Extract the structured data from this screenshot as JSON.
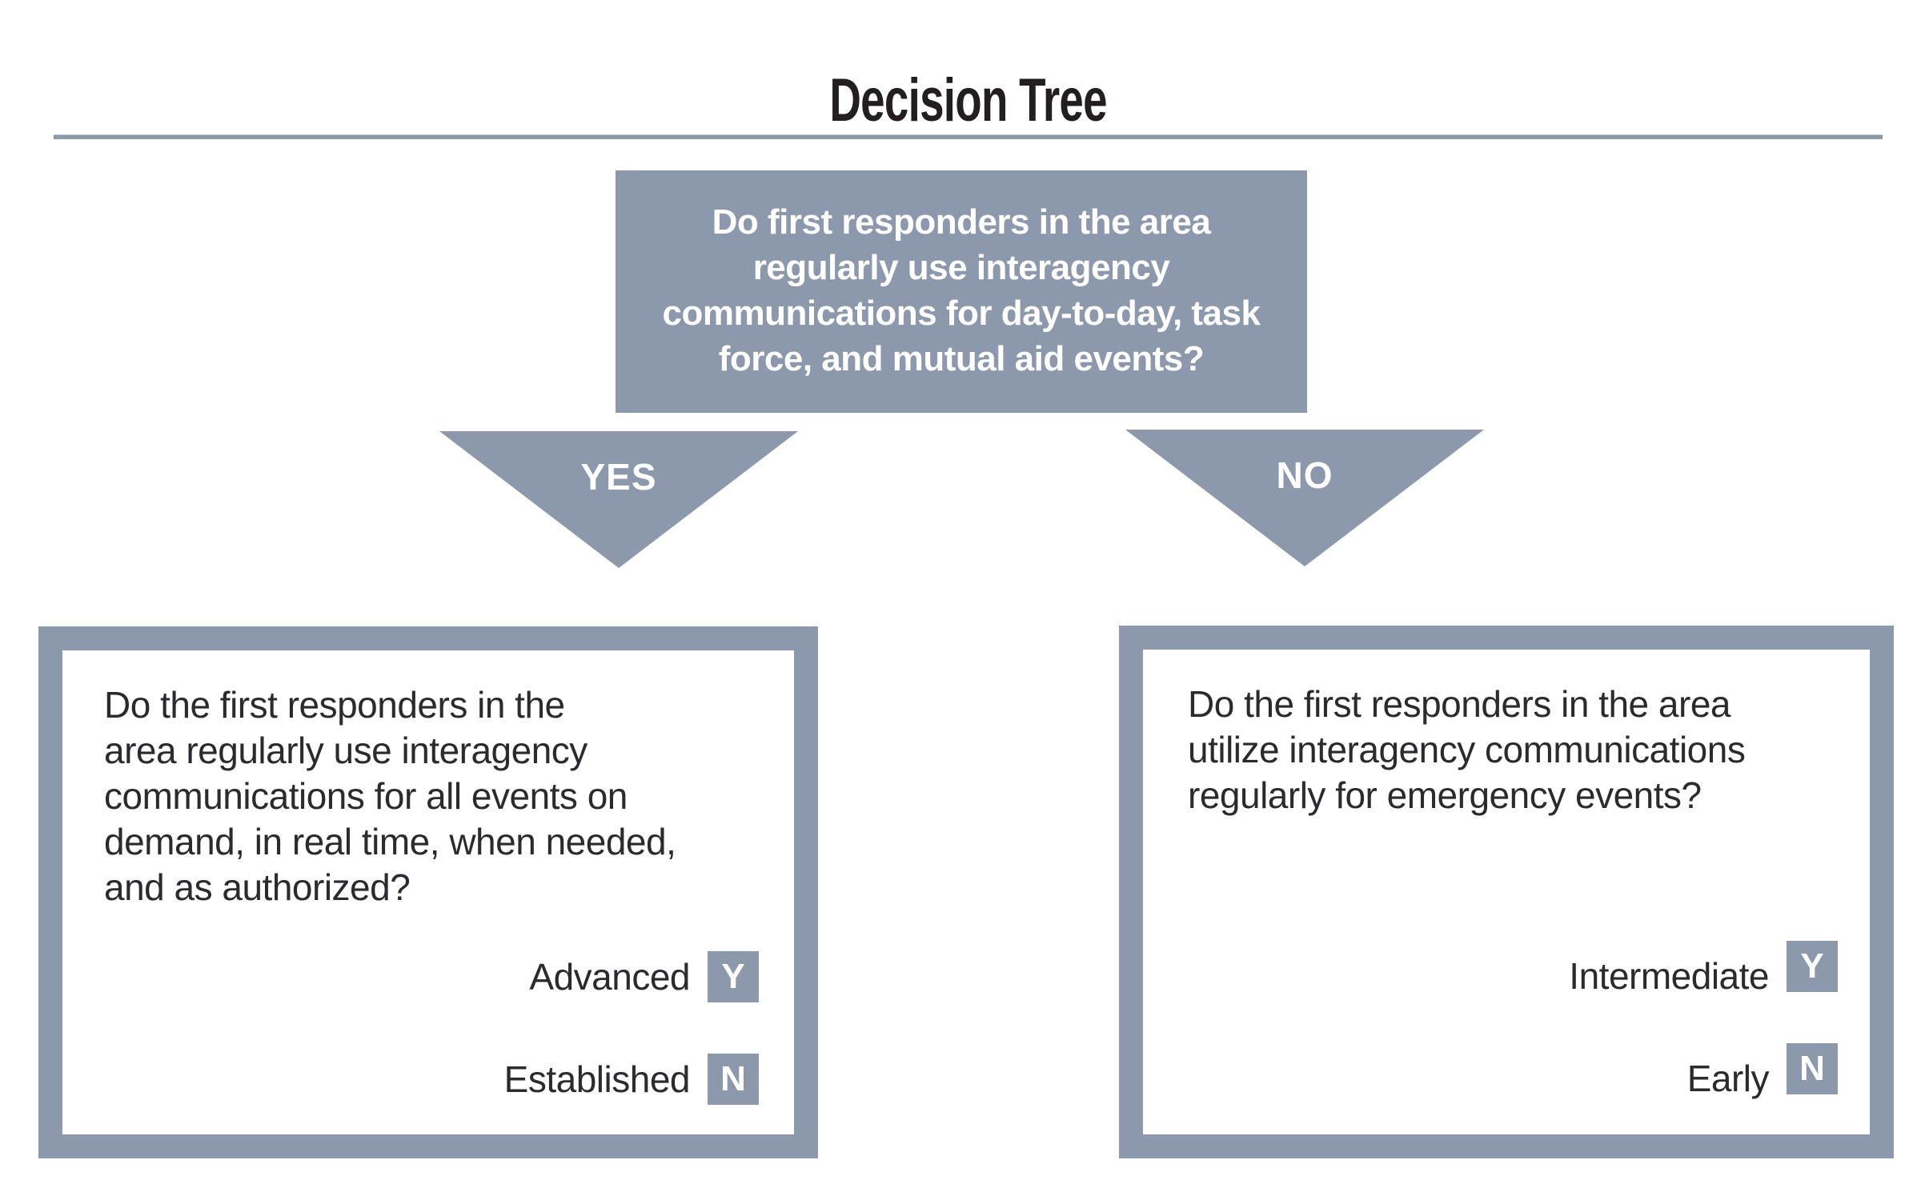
{
  "page": {
    "title": "Decision Tree"
  },
  "colors": {
    "slate": "#8c98ab",
    "title_text": "#231f20",
    "body_text": "#2b2a2e",
    "box_text": "#ffffff",
    "background": "#ffffff"
  },
  "root_question": {
    "text": "Do first responders in the area\nregularly use interagency\ncommunications for day-to-day, task\nforce, and mutual aid events?"
  },
  "branches": {
    "yes": {
      "label": "YES"
    },
    "no": {
      "label": "NO"
    }
  },
  "left_box": {
    "question": "Do the first responders in the\narea regularly use interagency\ncommunications for all events on\ndemand, in real time, when needed,\nand as authorized?",
    "answers": [
      {
        "label": "Advanced",
        "badge": "Y"
      },
      {
        "label": "Established",
        "badge": "N"
      }
    ]
  },
  "right_box": {
    "question": "Do the first responders in the area\nutilize interagency communications\nregularly for emergency events?",
    "answers": [
      {
        "label": "Intermediate",
        "badge": "Y"
      },
      {
        "label": "Early",
        "badge": "N"
      }
    ]
  }
}
